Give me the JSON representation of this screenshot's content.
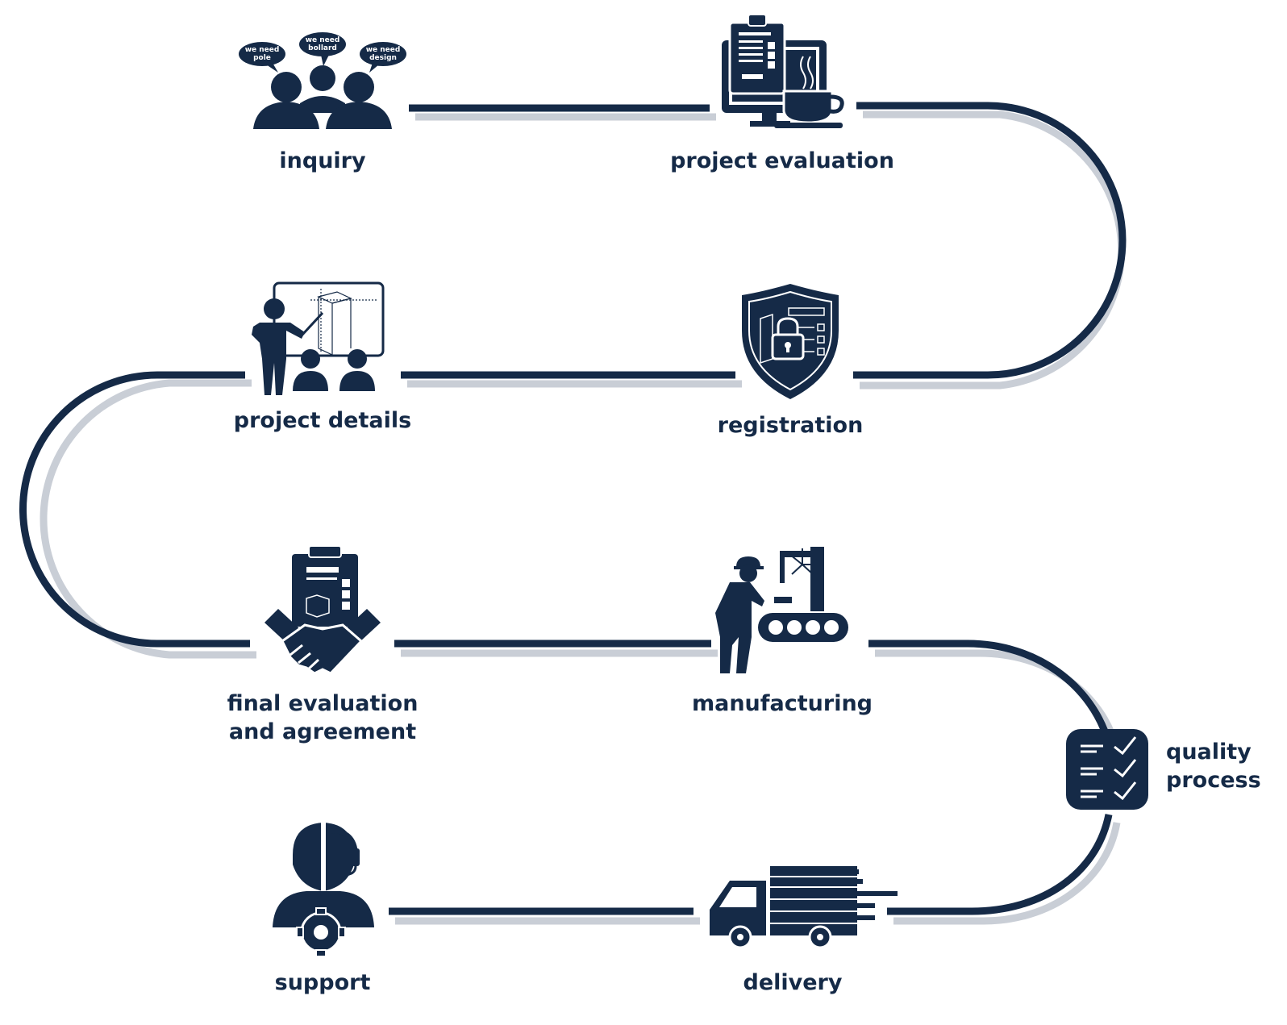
{
  "steps": {
    "inquiry": {
      "label": "inquiry",
      "bubbles": [
        [
          "we need",
          "pole"
        ],
        [
          "we need",
          "bollard"
        ],
        [
          "we need",
          "design"
        ]
      ]
    },
    "project_evaluation": {
      "label": "project evaluation"
    },
    "project_details": {
      "label": "project details"
    },
    "registration": {
      "label": "registration"
    },
    "final_evaluation": {
      "label_line1": "final evaluation",
      "label_line2": "and agreement"
    },
    "manufacturing": {
      "label": "manufacturing"
    },
    "quality_process": {
      "label_line1": "quality",
      "label_line2": "process"
    },
    "support": {
      "label": "support"
    },
    "delivery": {
      "label": "delivery"
    }
  },
  "colors": {
    "primary": "#152a47",
    "shadow": "#c9ced6",
    "background": "#ffffff"
  },
  "icons": [
    "people-speech-icon",
    "clipboard-monitor-coffee-icon",
    "presentation-icon",
    "shield-lock-icon",
    "handshake-clipboard-icon",
    "worker-machine-icon",
    "checklist-icon",
    "support-agent-icon",
    "delivery-truck-icon"
  ]
}
